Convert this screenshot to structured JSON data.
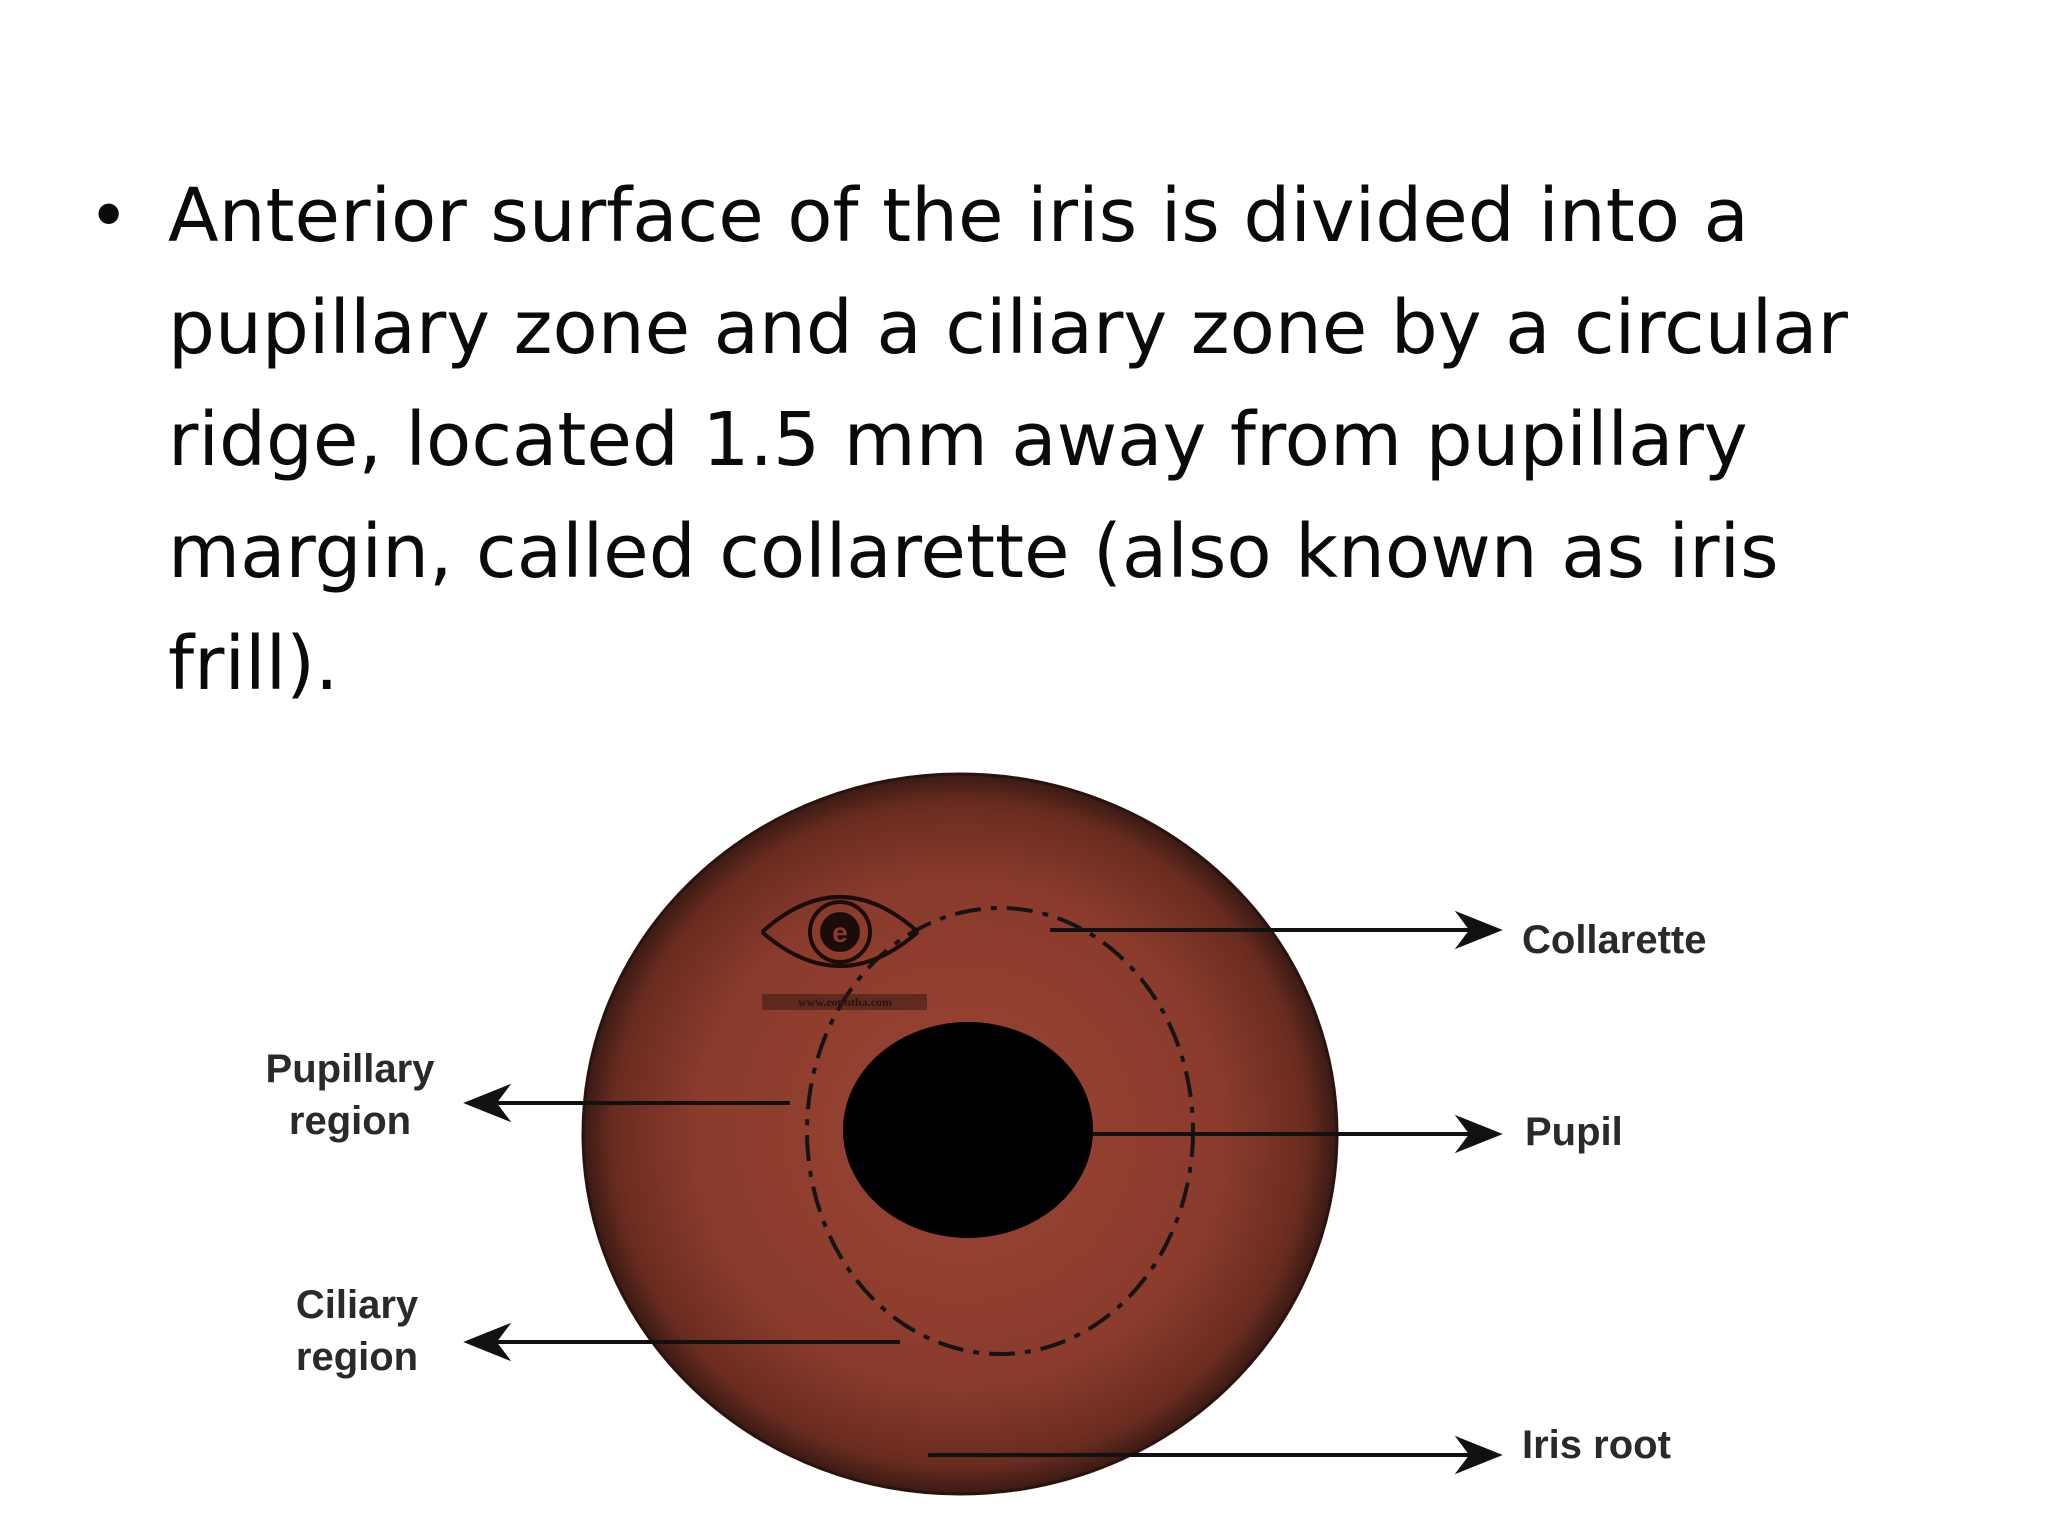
{
  "slide": {
    "bullet": "Anterior surface of the iris is divided into a pupillary zone and a ciliary zone by a circular ridge, located 1.5 mm away from pupillary margin, called collarette (also known as iris frill)."
  },
  "diagram": {
    "labels": {
      "collarette": "Collarette",
      "pupil": "Pupil",
      "iris_root": "Iris root",
      "pupillary_region_line1": "Pupillary",
      "pupillary_region_line2": "region",
      "ciliary_region_line1": "Ciliary",
      "ciliary_region_line2": "region"
    },
    "watermark": {
      "text": "www.eophtha.com",
      "icon": "eye-logo-icon"
    },
    "colors": {
      "iris": "#8a3b2c",
      "iris_edge": "#3a1a14",
      "pupil": "#000000",
      "lines": "#111111"
    }
  }
}
